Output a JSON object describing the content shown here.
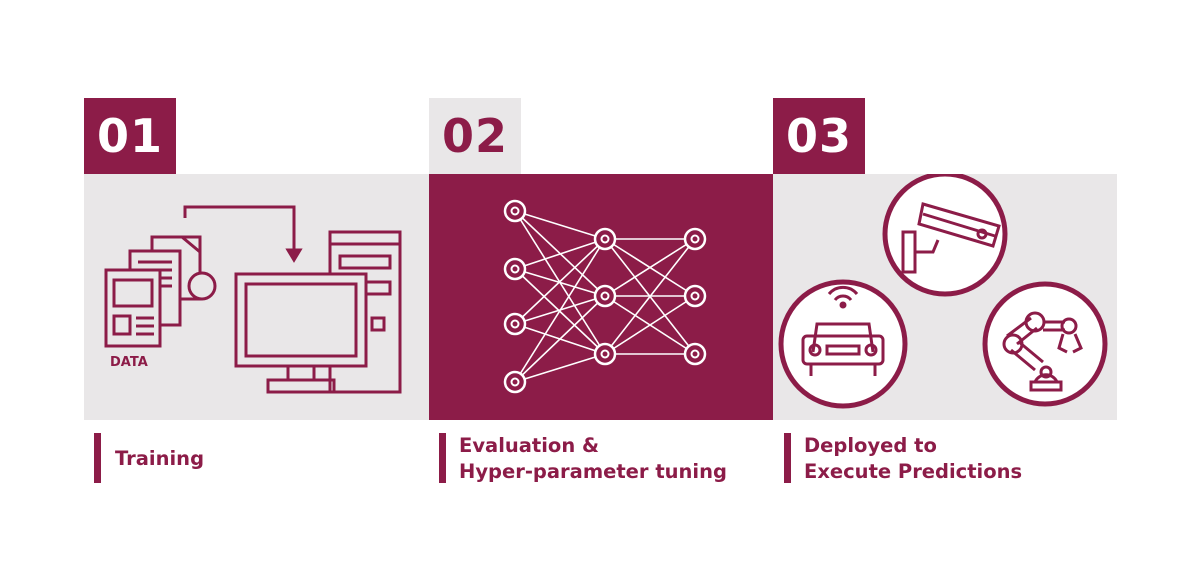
{
  "colors": {
    "accent": "#8c1c48",
    "panel_light": "#e9e7e8",
    "white": "#ffffff"
  },
  "steps": [
    {
      "number": "01",
      "icon": "training-computer-icon",
      "data_label": "DATA",
      "caption": [
        "Training"
      ]
    },
    {
      "number": "02",
      "icon": "neural-network-icon",
      "caption": [
        "Evaluation &",
        "Hyper-parameter tuning"
      ]
    },
    {
      "number": "03",
      "icon": "deployment-devices-icon",
      "caption": [
        "Deployed to",
        "Execute Predictions"
      ]
    }
  ]
}
